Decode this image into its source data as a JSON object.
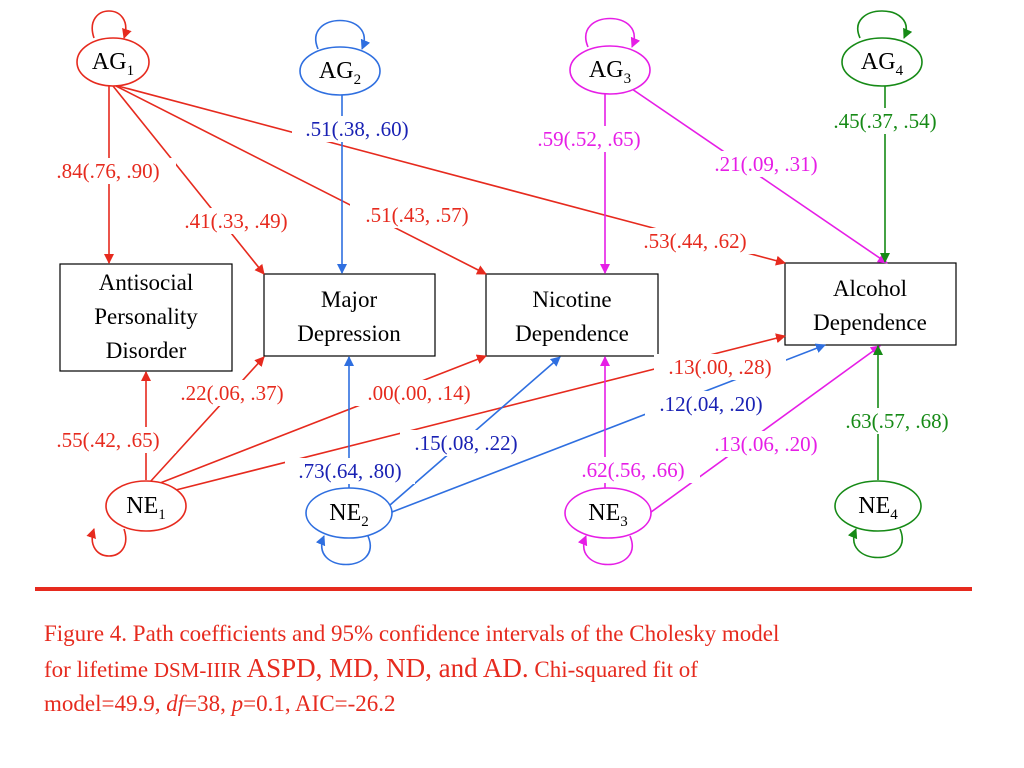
{
  "colors": {
    "g1": "#e62a1e",
    "g2": "#2f6fe0",
    "g3": "#e61ee6",
    "g4": "#168a16",
    "label_blue": "#1a22b4",
    "caption": "#e62a1e",
    "divider": "#e62a1e"
  },
  "nodes": {
    "ag1": {
      "name": "AG",
      "sub": "1"
    },
    "ag2": {
      "name": "AG",
      "sub": "2"
    },
    "ag3": {
      "name": "AG",
      "sub": "3"
    },
    "ag4": {
      "name": "AG",
      "sub": "4"
    },
    "ne1": {
      "name": "NE",
      "sub": "1"
    },
    "ne2": {
      "name": "NE",
      "sub": "2"
    },
    "ne3": {
      "name": "NE",
      "sub": "3"
    },
    "ne4": {
      "name": "NE",
      "sub": "4"
    }
  },
  "boxes": {
    "aspd": [
      "Antisocial",
      "Personality",
      "Disorder"
    ],
    "md": [
      "Major",
      "Depression"
    ],
    "nd": [
      "Nicotine",
      "Dependence"
    ],
    "ad": [
      "Alcohol",
      "Dependence"
    ]
  },
  "path_labels": {
    "ag1_aspd": ".84(.76, .90)",
    "ag1_md": ".41(.33, .49)",
    "ag1_nd": ".51(.43, .57)",
    "ag1_ad": ".53(.44, .62)",
    "ag2_md": ".51(.38, .60)",
    "ag3_nd": ".59(.52, .65)",
    "ag3_ad": ".21(.09, .31)",
    "ag4_ad": ".45(.37, .54)",
    "ne1_aspd": ".55(.42, .65)",
    "ne1_md": ".22(.06, .37)",
    "ne1_nd": ".00(.00, .14)",
    "ne1_ad": ".13(.00, .28)",
    "ne2_md": ".73(.64, .80)",
    "ne2_nd": ".15(.08, .22)",
    "ne2_ad": ".12(.04, .20)",
    "ne3_nd": ".62(.56, .66)",
    "ne3_ad": ".13(.06, .20)",
    "ne4_ad": ".63(.57, .68)"
  },
  "caption": {
    "line1": "Figure 4. Path coefficients and 95% confidence intervals of the Cholesky model",
    "line2a": "for lifetime ",
    "line2b": "DSM-IIIR",
    "line2c": " ASPD, MD, ND, and AD.",
    "line2d": " Chi-squared fit of",
    "line3a": "model=49.9, ",
    "line3b": "df",
    "line3c": "=38, ",
    "line3d": "p",
    "line3e": "=0.1, AIC=-26.2"
  }
}
